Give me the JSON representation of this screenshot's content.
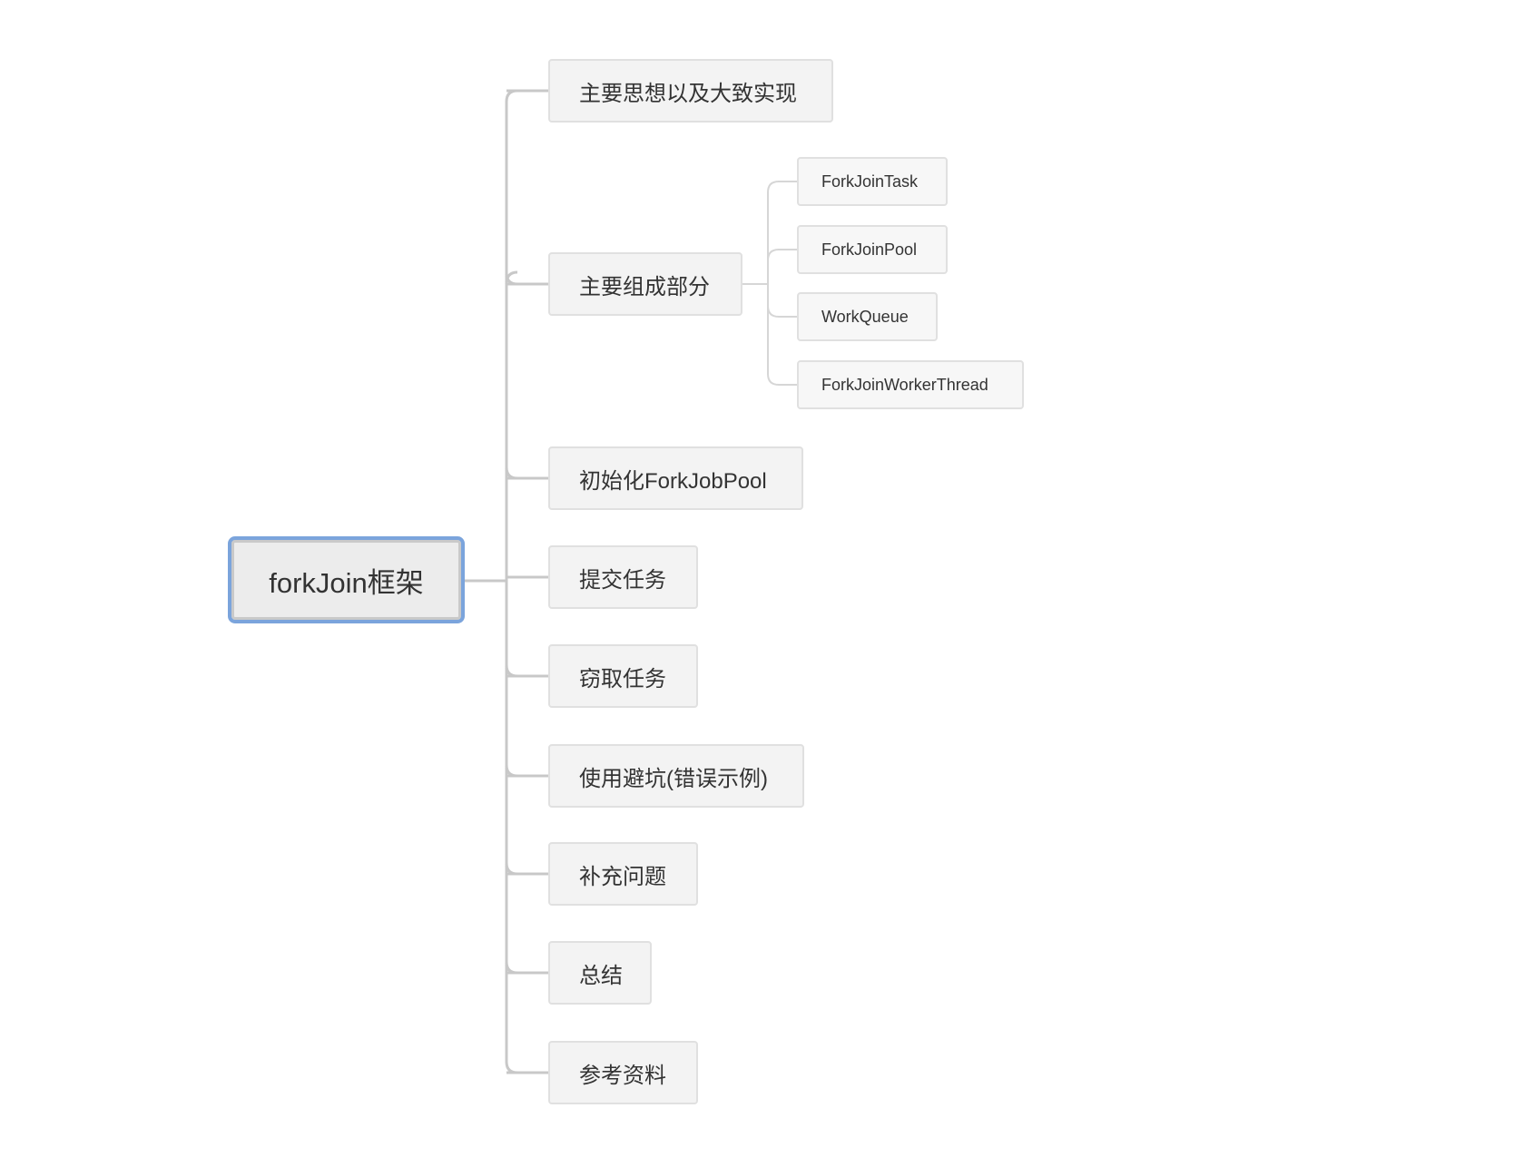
{
  "root": {
    "label": "forkJoin框架"
  },
  "branches": [
    {
      "label": "主要思想以及大致实现"
    },
    {
      "label": "主要组成部分",
      "children": [
        {
          "label": "ForkJoinTask"
        },
        {
          "label": "ForkJoinPool"
        },
        {
          "label": "WorkQueue"
        },
        {
          "label": "ForkJoinWorkerThread"
        }
      ]
    },
    {
      "label": "初始化ForkJobPool"
    },
    {
      "label": "提交任务"
    },
    {
      "label": "窃取任务"
    },
    {
      "label": "使用避坑(错误示例)"
    },
    {
      "label": "补充问题"
    },
    {
      "label": "总结"
    },
    {
      "label": "参考资料"
    }
  ],
  "colors": {
    "root_border": "#7ba4dc",
    "line": "#c8c8c8"
  }
}
